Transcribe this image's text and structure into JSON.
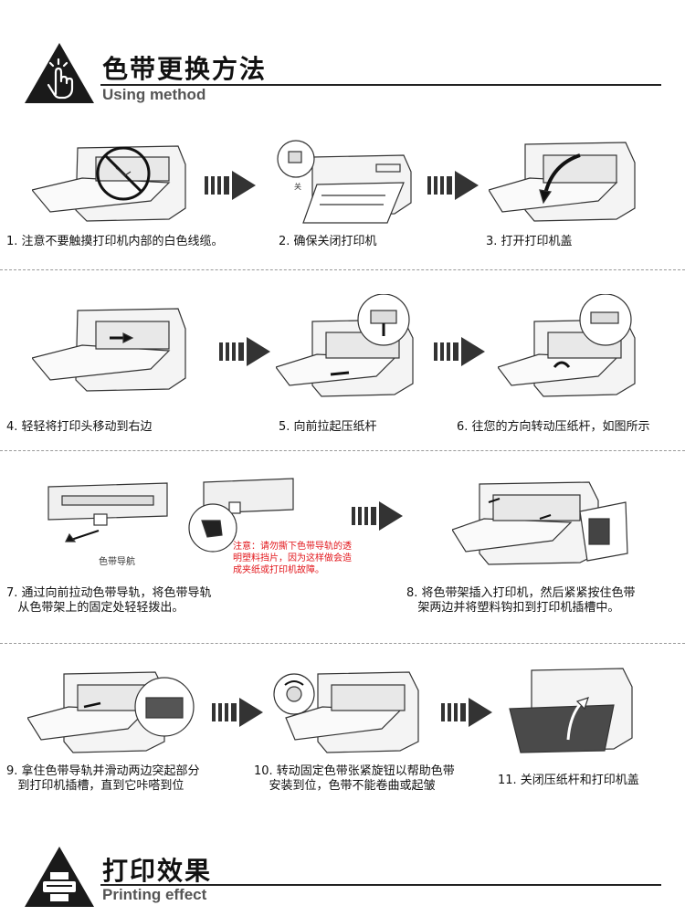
{
  "header1": {
    "title": "色带更换方法",
    "subtitle": "Using method",
    "icon": "hand-tap-icon"
  },
  "steps": [
    {
      "caption": "1. 注意不要触摸打印机内部的白色线缆。"
    },
    {
      "caption": "2. 确保关闭打印机"
    },
    {
      "caption": "3. 打开打印机盖"
    },
    {
      "caption": "4. 轻轻将打印头移动到右边"
    },
    {
      "caption": "5. 向前拉起压纸杆"
    },
    {
      "caption": "6. 往您的方向转动压纸杆，如图所示"
    },
    {
      "caption": "7. 通过向前拉动色带导轨，将色带导轨\n   从色带架上的固定处轻轻拨出。"
    },
    {
      "caption": "8. 将色带架插入打印机，然后紧紧按住色带\n   架两边并将塑料钩扣到打印机插槽中。"
    },
    {
      "caption": "9. 拿住色带导轨并滑动两边突起部分\n   到打印机插槽，直到它咔嗒到位"
    },
    {
      "caption": "10. 转动固定色带张紧旋钮以帮助色带\n    安装到位，色带不能卷曲或起皱"
    },
    {
      "caption": "11. 关闭压纸杆和打印机盖"
    }
  ],
  "labels": {
    "ribbon_guide": "色带导航",
    "switch_mark": "关",
    "warning": "注意：请勿撕下色带导轨的透\n明塑料挡片，因为这样做会造\n成夹纸或打印机故障。"
  },
  "header2": {
    "title": "打印效果",
    "subtitle": "Printing effect",
    "icon": "printer-icon"
  },
  "colors": {
    "warning": "#e2161b",
    "text": "#111111",
    "arrow": "#333333"
  }
}
